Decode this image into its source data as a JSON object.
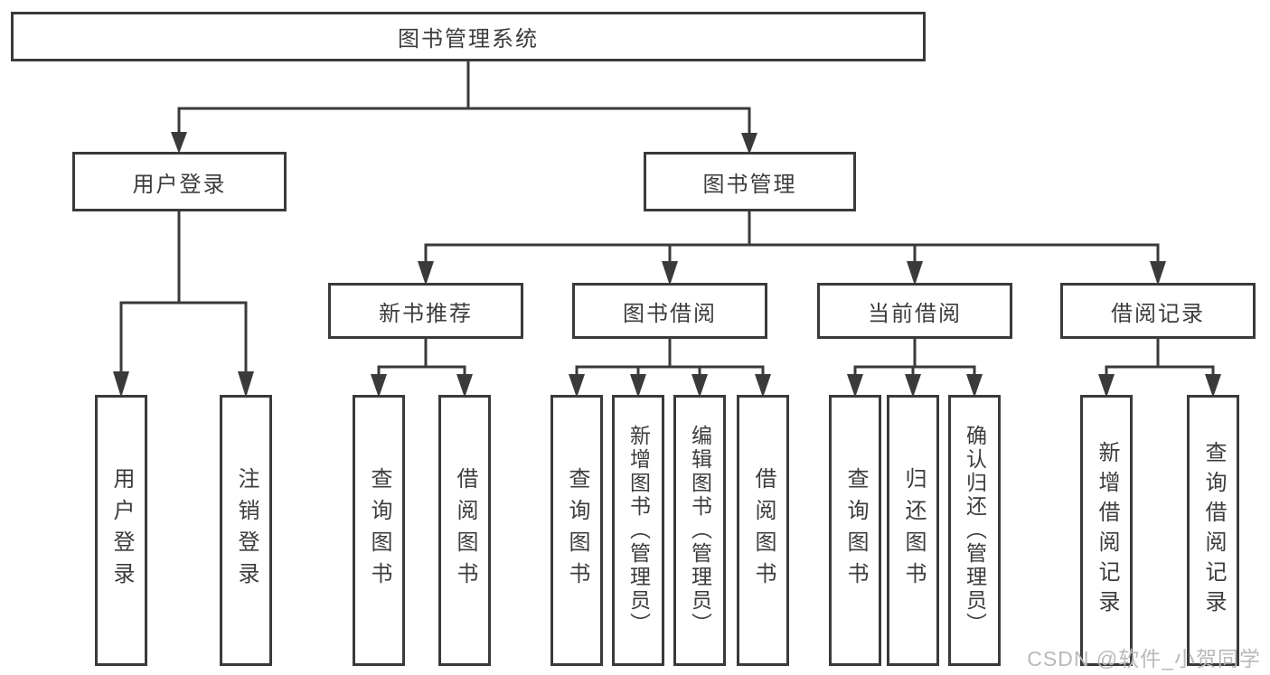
{
  "colors": {
    "line": "#3a3a3a",
    "text": "#3c3c3c",
    "watermark": "#b9b9b9",
    "background": "#ffffff"
  },
  "diagram": {
    "root": {
      "label": "图书管理系统"
    },
    "level2": [
      {
        "label": "用户登录"
      },
      {
        "label": "图书管理"
      }
    ],
    "level3": [
      {
        "label": "新书推荐"
      },
      {
        "label": "图书借阅"
      },
      {
        "label": "当前借阅"
      },
      {
        "label": "借阅记录"
      }
    ],
    "leaves": {
      "user_login": [
        "用户登录",
        "注销登录"
      ],
      "new_book_recommend": [
        "查询图书",
        "借阅图书"
      ],
      "book_borrow": [
        "查询图书",
        "新增图书（管理员）",
        "编辑图书（管理员）",
        "借阅图书"
      ],
      "current_borrow": [
        "查询图书",
        "归还图书",
        "确认归还（管理员）"
      ],
      "borrow_records": [
        "新增借阅记录",
        "查询借阅记录"
      ]
    }
  },
  "watermark": {
    "text": "CSDN @软件_小贺同学"
  }
}
